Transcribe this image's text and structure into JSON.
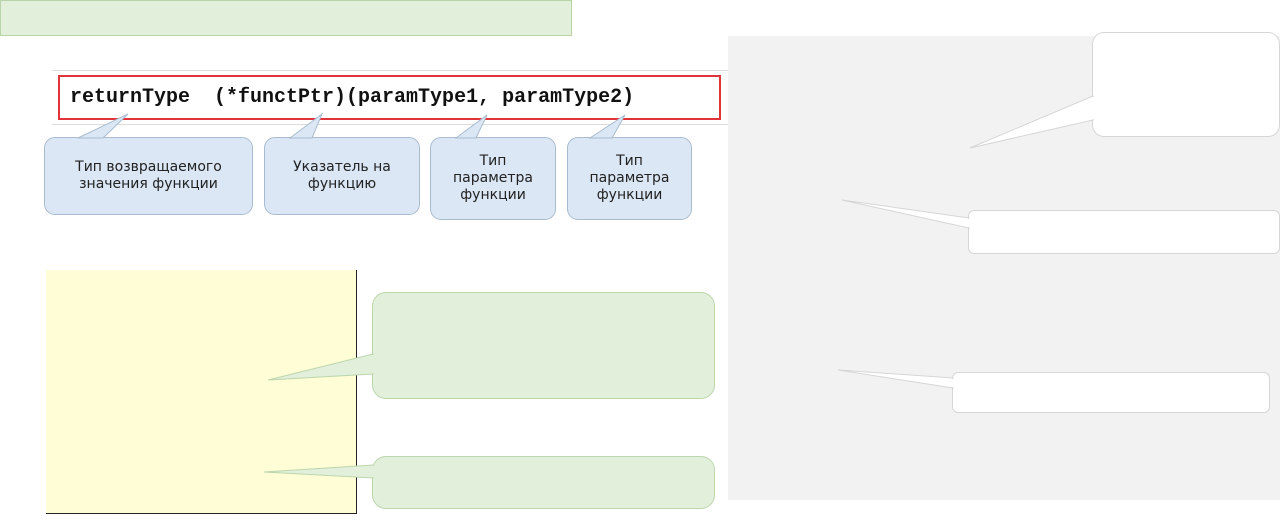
{
  "code": {
    "signature": "returnType  (*functPtr)(paramType1, paramType2)"
  },
  "callouts": [
    {
      "label": "Тип возвращаемого\nзначения функции"
    },
    {
      "label": "Указатель на\nфункцию"
    },
    {
      "label": "Тип\nпараметра\nфункции"
    },
    {
      "label": "Тип\nпараметра\nфункции"
    }
  ],
  "colors": {
    "code_border": "#e0343a",
    "callout_fill": "#dbe7f4",
    "note_fill": "#fffdd5",
    "bubble_fill": "#e2efda",
    "panel_fill": "#f2f2f2"
  }
}
